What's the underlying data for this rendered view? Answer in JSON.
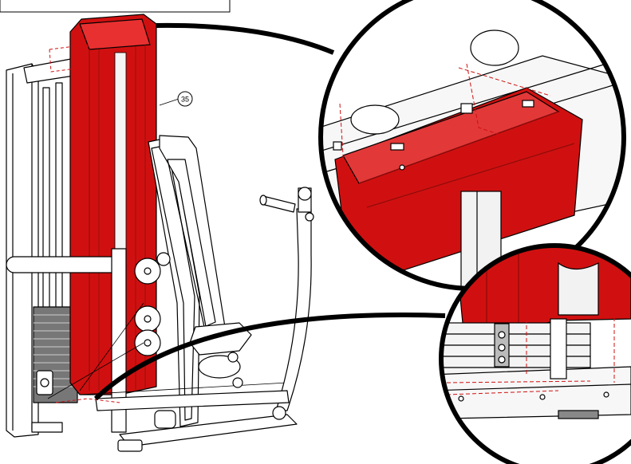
{
  "diagram": {
    "part_callout": "35",
    "colors": {
      "highlight_red": "#d01010",
      "dark_red": "#8e0b0b",
      "frame_line": "#000000",
      "frame_fill": "#ffffff",
      "guide_dash": "#d01010"
    },
    "views": [
      {
        "name": "main-assembly-view"
      },
      {
        "name": "top-shroud-detail"
      },
      {
        "name": "weight-stack-base-detail"
      }
    ]
  }
}
